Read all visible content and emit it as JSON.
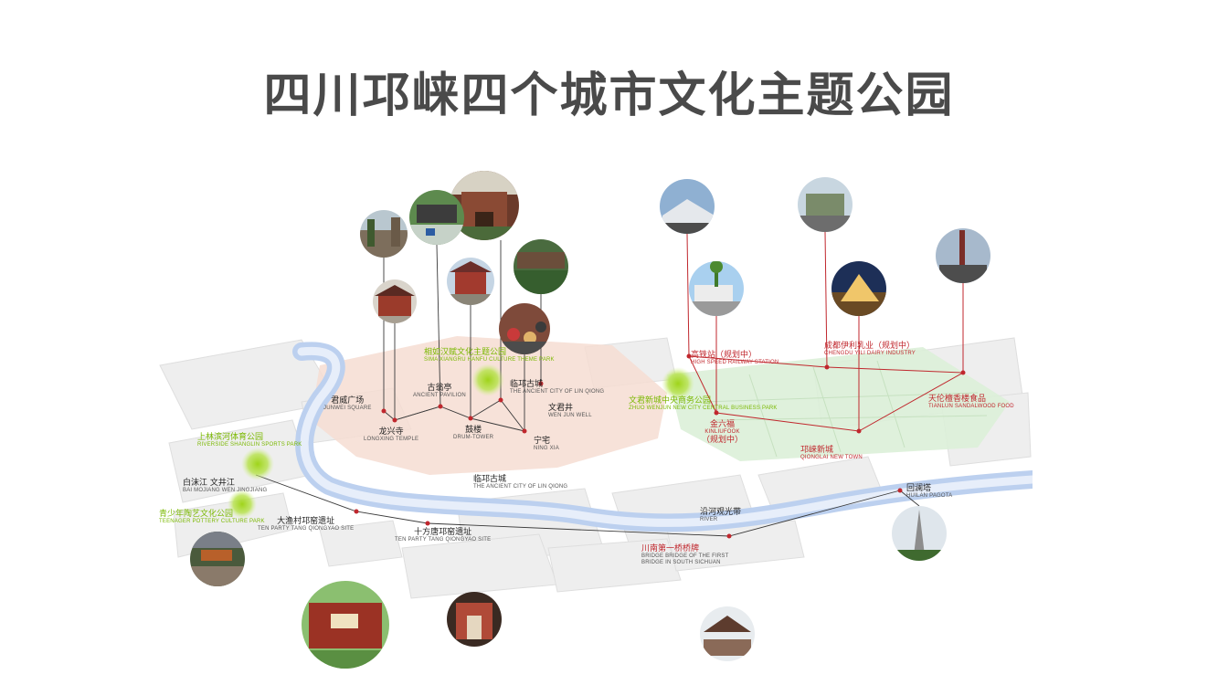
{
  "title": "四川邛崃四个城市文化主题公园",
  "colors": {
    "title": "#4a4a4a",
    "red": "#c0272d",
    "green": "#7ab800",
    "river": "#a9c4e8"
  },
  "labels": {
    "junwei": {
      "zh": "君威广场",
      "en": "JUNWEI SQUARE"
    },
    "longxing": {
      "zh": "龙兴寺",
      "en": "LONGXING TEMPLE"
    },
    "gujiao": {
      "zh": "古翁亭",
      "en": "ANCIENT PAVILION"
    },
    "drum": {
      "zh": "鼓楼",
      "en": "DRUM-TOWER"
    },
    "linqiong_ancient": {
      "zh": "临邛古城",
      "en": "THE ANCIENT CITY OF LIN QIONG"
    },
    "wenjun": {
      "zh": "文君井",
      "en": "WEN JUN WELL"
    },
    "ningzhai": {
      "zh": "宁宅",
      "en": "NING XIA"
    },
    "linqiong_city": {
      "zh": "临邛古城",
      "en": "THE ANCIENT CITY OF LIN QIONG"
    },
    "sima": {
      "zh": "相如汉赋文化主题公园",
      "en": "SIMA XIANGRU HANFU CULTURE THEME PARK"
    },
    "wenjun_park": {
      "zh": "文君新城中央商务公园",
      "en": "ZHUO WENJUN NEW CITY CENTRAL BUSINESS PARK"
    },
    "shanglin": {
      "zh": "上林滨河体育公园",
      "en": "RIVERSIDE SHANGLIN SPORTS PARK"
    },
    "baimo": {
      "zh": "白沫江  文井江",
      "en": "BAI MOJIANG  WEN JINGJIANG"
    },
    "youth": {
      "zh": "青少年陶艺文化公园",
      "en": "TEENAGER POTTERY CULTURE PARK"
    },
    "dayu": {
      "zh": "大渔村邛窑遗址",
      "en": "TEN PARTY TANG QIONGYAO SITE"
    },
    "shifang": {
      "zh": "十方唐邛窑遗址",
      "en": "TEN PARTY TANG QIONGYAO SITE"
    },
    "river_band": {
      "zh": "沿河观光带",
      "en": "RIVER"
    },
    "bridge": {
      "zh": "川南第一桥桥牌",
      "en": "BRIDGE BRIDGE OF THE FIRST",
      "en2": "BRIDGE IN SOUTH SICHUAN"
    },
    "huilan": {
      "zh": "回澜塔",
      "en": "HUILAN PAGOTA"
    },
    "railway": {
      "zh": "高铁站（规划中）",
      "en": "HIGH SPEED RAILWAY STATION"
    },
    "yili": {
      "zh": "成都伊利乳业（规划中）",
      "en": "CHENGDU YILI DAIRY INDUSTRY"
    },
    "jinliufu": {
      "zh": "金六福",
      "en": "KINLIUFOOK",
      "zh2": "（规划中）"
    },
    "tianlun": {
      "zh": "天伦檀香楼食品",
      "en": "TIANLUN SANDALWOOD FOOD"
    },
    "newtown": {
      "zh": "邛崃新城",
      "en": "QIONGLAI NEW TOWN"
    }
  },
  "icons": [
    "city-gate-photo",
    "garden-pavilion-photo",
    "temple-photo",
    "street-photo",
    "shrine-photo",
    "drum-tower-photo",
    "courtyard-photo",
    "crowd-photo",
    "railway-station-photo",
    "building-photo",
    "factory-photo",
    "night-tent-photo",
    "chimney-photo",
    "pagoda-photo",
    "riverside-photo",
    "gate-photo",
    "archway-photo",
    "market-photo"
  ]
}
